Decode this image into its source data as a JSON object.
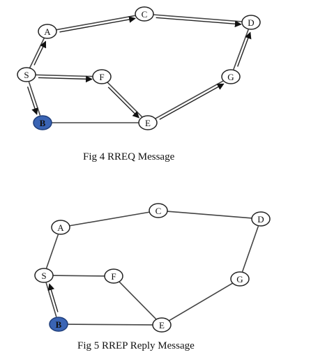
{
  "fig4": {
    "caption": "Fig 4 RREQ Message",
    "nodes": [
      {
        "id": "S",
        "label": "S"
      },
      {
        "id": "A",
        "label": "A"
      },
      {
        "id": "C",
        "label": "C"
      },
      {
        "id": "D",
        "label": "D"
      },
      {
        "id": "F",
        "label": "F"
      },
      {
        "id": "G",
        "label": "G"
      },
      {
        "id": "B",
        "label": "B",
        "highlighted": true
      },
      {
        "id": "E",
        "label": "E"
      }
    ],
    "edges": [
      [
        "S",
        "A"
      ],
      [
        "A",
        "C"
      ],
      [
        "C",
        "D"
      ],
      [
        "S",
        "F"
      ],
      [
        "F",
        "E"
      ],
      [
        "S",
        "B"
      ],
      [
        "B",
        "E"
      ],
      [
        "E",
        "G"
      ],
      [
        "G",
        "D"
      ]
    ],
    "arrows": [
      [
        "S",
        "A"
      ],
      [
        "A",
        "C"
      ],
      [
        "C",
        "D"
      ],
      [
        "S",
        "F"
      ],
      [
        "F",
        "E"
      ],
      [
        "S",
        "B"
      ],
      [
        "E",
        "G"
      ],
      [
        "G",
        "D"
      ]
    ]
  },
  "fig5": {
    "caption": "Fig 5 RREP Reply Message",
    "nodes": [
      {
        "id": "A",
        "label": "A"
      },
      {
        "id": "C",
        "label": "C"
      },
      {
        "id": "D",
        "label": "D"
      },
      {
        "id": "S",
        "label": "S"
      },
      {
        "id": "F",
        "label": "F"
      },
      {
        "id": "G",
        "label": "G"
      },
      {
        "id": "B",
        "label": "B",
        "highlighted": true
      },
      {
        "id": "E",
        "label": "E"
      }
    ],
    "edges": [
      [
        "S",
        "A"
      ],
      [
        "A",
        "C"
      ],
      [
        "C",
        "D"
      ],
      [
        "D",
        "G"
      ],
      [
        "G",
        "E"
      ],
      [
        "S",
        "F"
      ],
      [
        "F",
        "E"
      ],
      [
        "S",
        "B"
      ],
      [
        "B",
        "E"
      ]
    ],
    "arrows": [
      [
        "B",
        "S"
      ]
    ]
  },
  "colors": {
    "highlight_node": "#3a64b4",
    "line": "#444444"
  }
}
